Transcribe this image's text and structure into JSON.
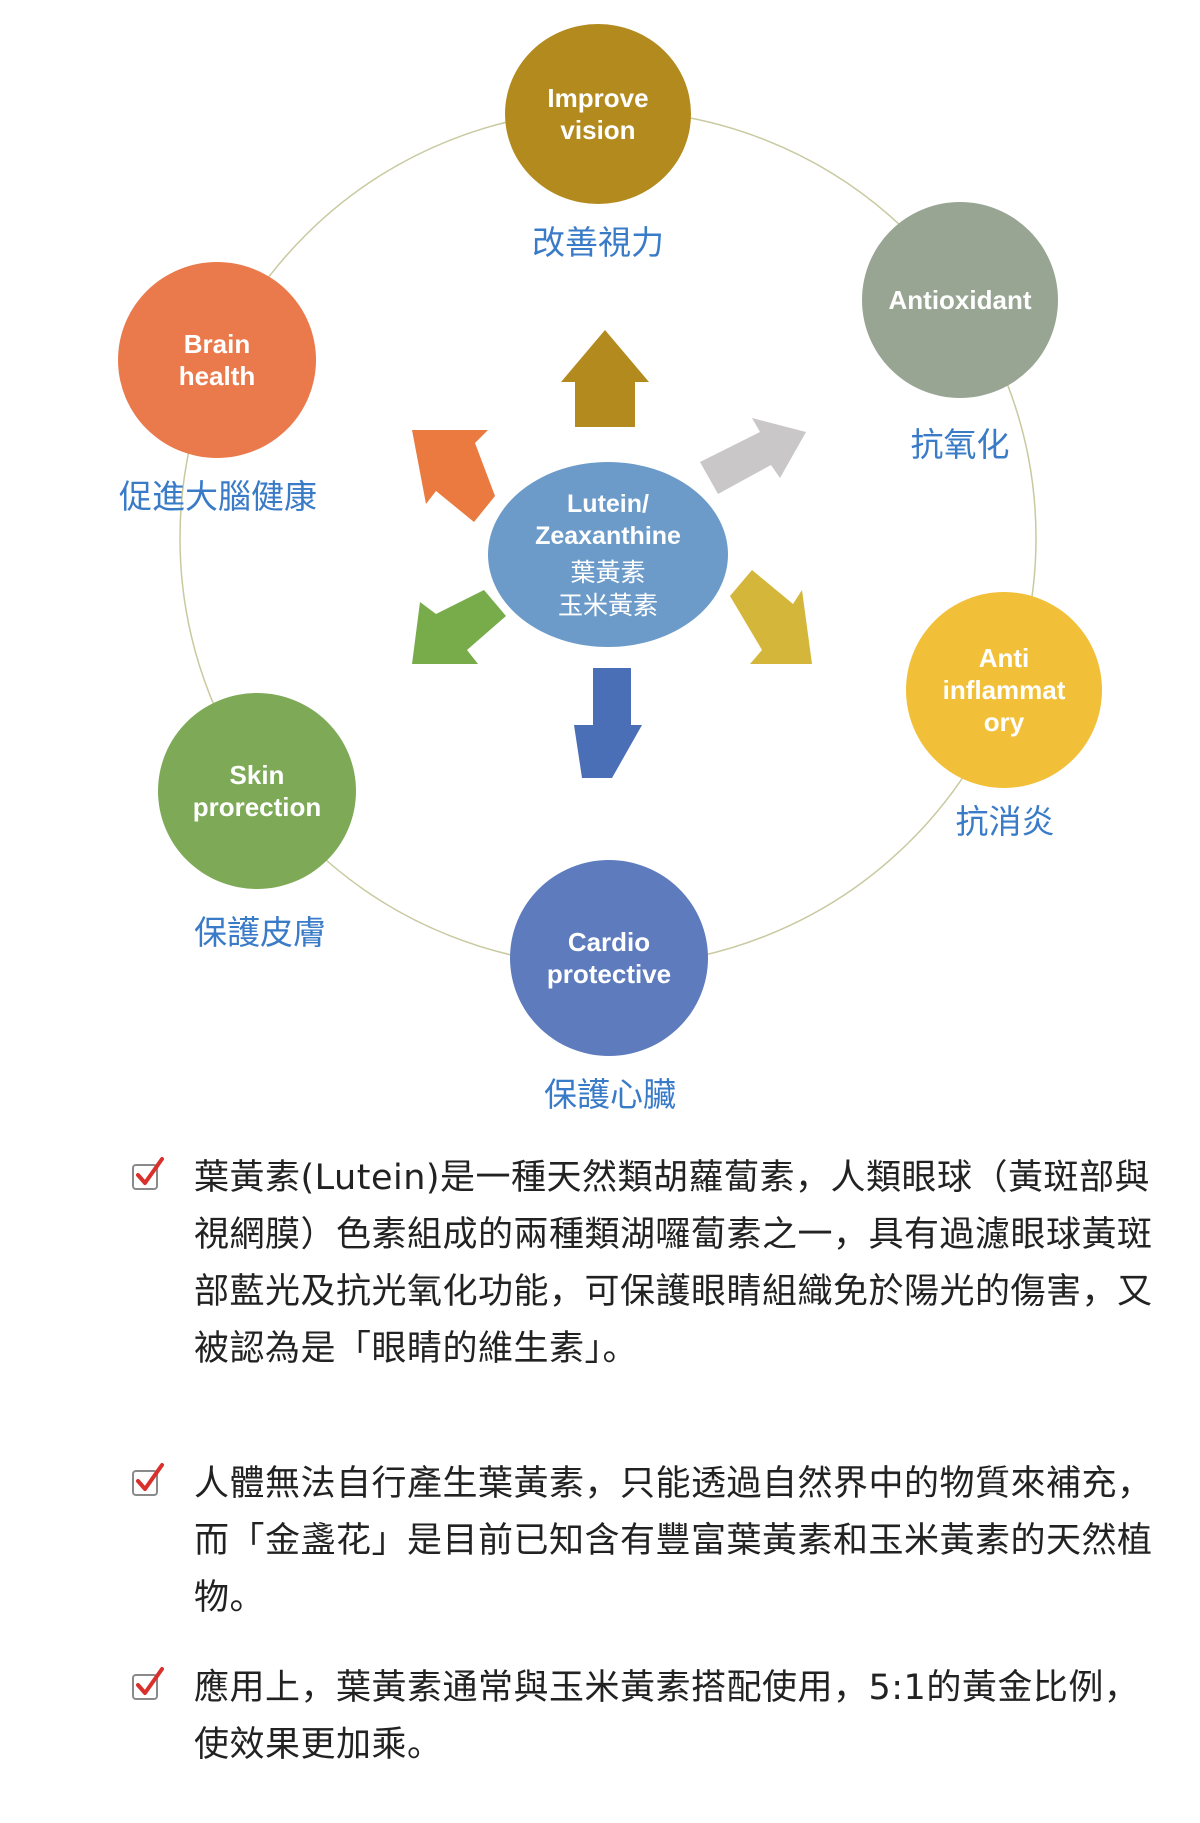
{
  "diagram": {
    "center": {
      "en": "Lutein/\nZeaxanthine",
      "cn": "葉黃素\n玉米黃素"
    },
    "nodes": [
      {
        "id": "vision",
        "en": "Improve\nvision",
        "cn": "改善視力",
        "color": "#b38a1e"
      },
      {
        "id": "antioxidant",
        "en": "Antioxidant",
        "cn": "抗氧化",
        "color": "#98a593"
      },
      {
        "id": "anti-inflammatory",
        "en": "Anti\ninflammat\nory",
        "cn": "抗消炎",
        "color": "#f2c038"
      },
      {
        "id": "cardio",
        "en": "Cardio\nprotective",
        "cn": "保護心臟",
        "color": "#5d7bbd"
      },
      {
        "id": "skin",
        "en": "Skin\nprorection",
        "cn": "保護皮膚",
        "color": "#7eaa58"
      },
      {
        "id": "brain",
        "en": "Brain\nhealth",
        "cn": "促進大腦健康",
        "color": "#ea7a4b"
      }
    ],
    "arrow_colors": {
      "up": "#b38a1e",
      "upright": "#c9c7c7",
      "downright": "#d4b63a",
      "down": "#4a6fb7",
      "downleft": "#78ac4a",
      "upleft": "#ea7a40"
    },
    "ring_color": "#c9c9a0"
  },
  "bullets": [
    "葉黃素(Lutein)是一種天然類胡蘿蔔素，人類眼球（黃斑部與視網膜）色素組成的兩種類湖囉蔔素之一，具有過濾眼球黃斑部藍光及抗光氧化功能，可保護眼睛組織免於陽光的傷害，又被認為是「眼睛的維生素」。",
    "人體無法自行產生葉黃素，只能透過自然界中的物質來補充，而「金盞花」是目前已知含有豐富葉黃素和玉米黃素的天然植物。",
    "應用上，葉黃素通常與玉米黃素搭配使用，5:1的黃金比例，使效果更加乘。"
  ],
  "check_color": "#d9302b"
}
